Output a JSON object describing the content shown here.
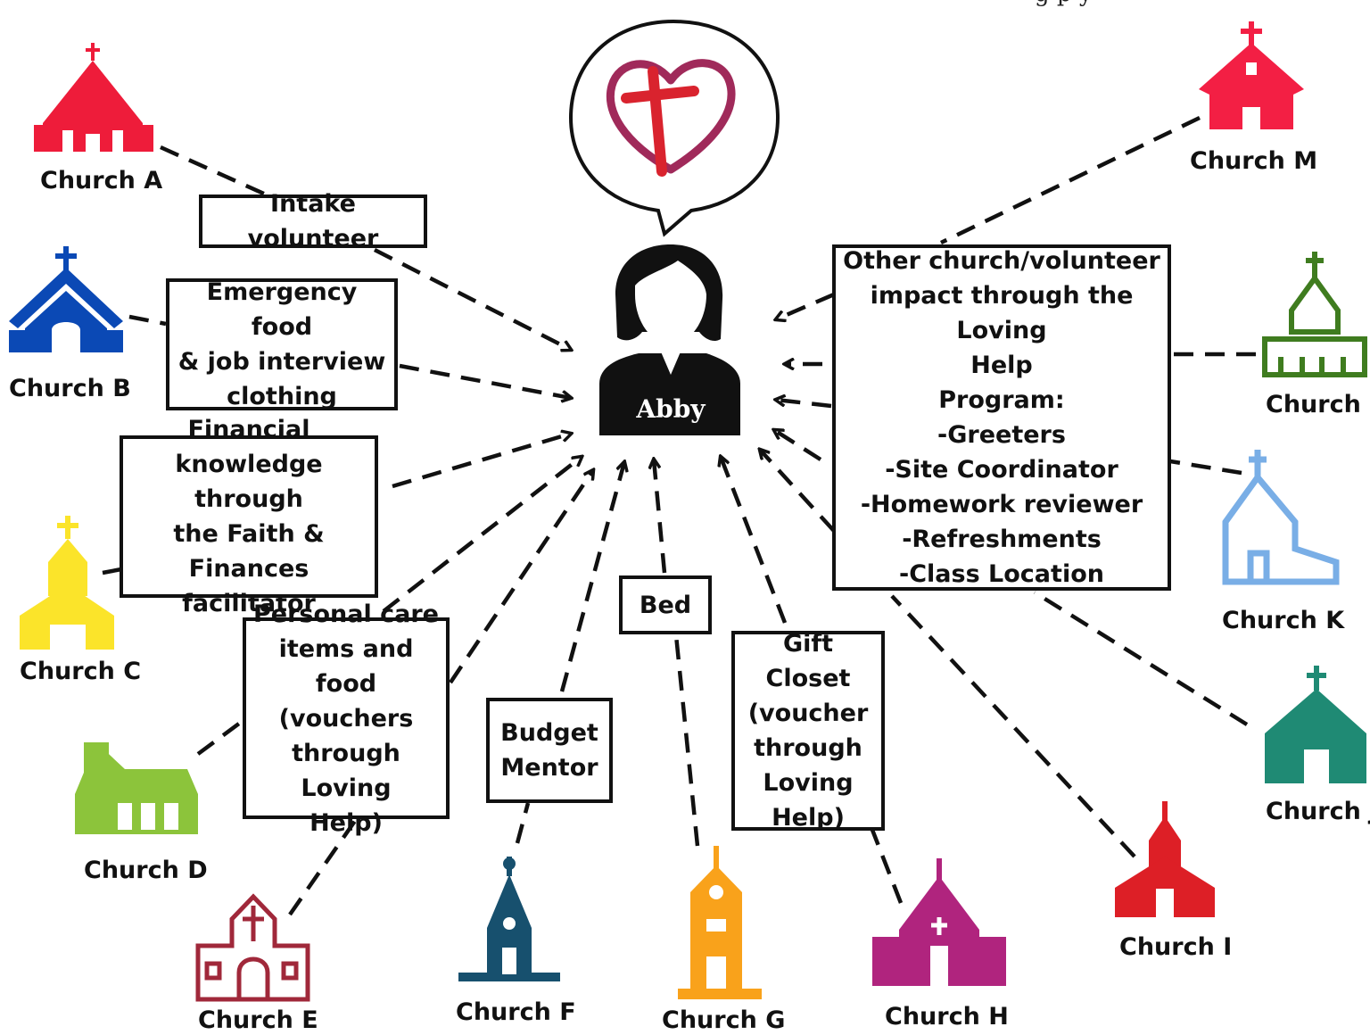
{
  "header": {
    "partial_text": "g  p  y"
  },
  "person": {
    "name": "Abby"
  },
  "colors": {
    "church_a": "#ee1c3a",
    "church_b": "#0b49b5",
    "church_c": "#fbe42a",
    "church_d": "#8cc43b",
    "church_e": "#a0283a",
    "church_f": "#17506e",
    "church_g": "#f9a21b",
    "church_h": "#b0247e",
    "church_i": "#dd1f26",
    "church_j": "#1f8a74",
    "church_k": "#79aee6",
    "church_l": "#3f7c1f",
    "church_m": "#f31f44",
    "heart": "#a02a5a",
    "cross": "#d9232e"
  },
  "boxes": {
    "intake": "Intake volunteer",
    "emergency": "Emergency food\n& job interview\nclothing",
    "financial": "Financial\nknowledge through\nthe Faith &\nFinances facilitator",
    "personal": "Personal care\nitems and food\n(vouchers\nthrough Loving\nHelp)",
    "budget": "Budget\nMentor",
    "bed": "Bed",
    "gift": "Gift Closet\n(voucher\nthrough\nLoving\nHelp)",
    "other": "Other church/volunteer\nimpact through the Loving\nHelp\nProgram:\n-Greeters\n-Site Coordinator\n-Homework reviewer\n-Refreshments\n-Class Location"
  },
  "churches": {
    "a": "Church A",
    "b": "Church B",
    "c": "Church C",
    "d": "Church D",
    "e": "Church E",
    "f": "Church F",
    "g": "Church G",
    "h": "Church H",
    "i": "Church I",
    "j": "Church J",
    "k": "Church K",
    "l": "Church L",
    "m": "Church M"
  }
}
